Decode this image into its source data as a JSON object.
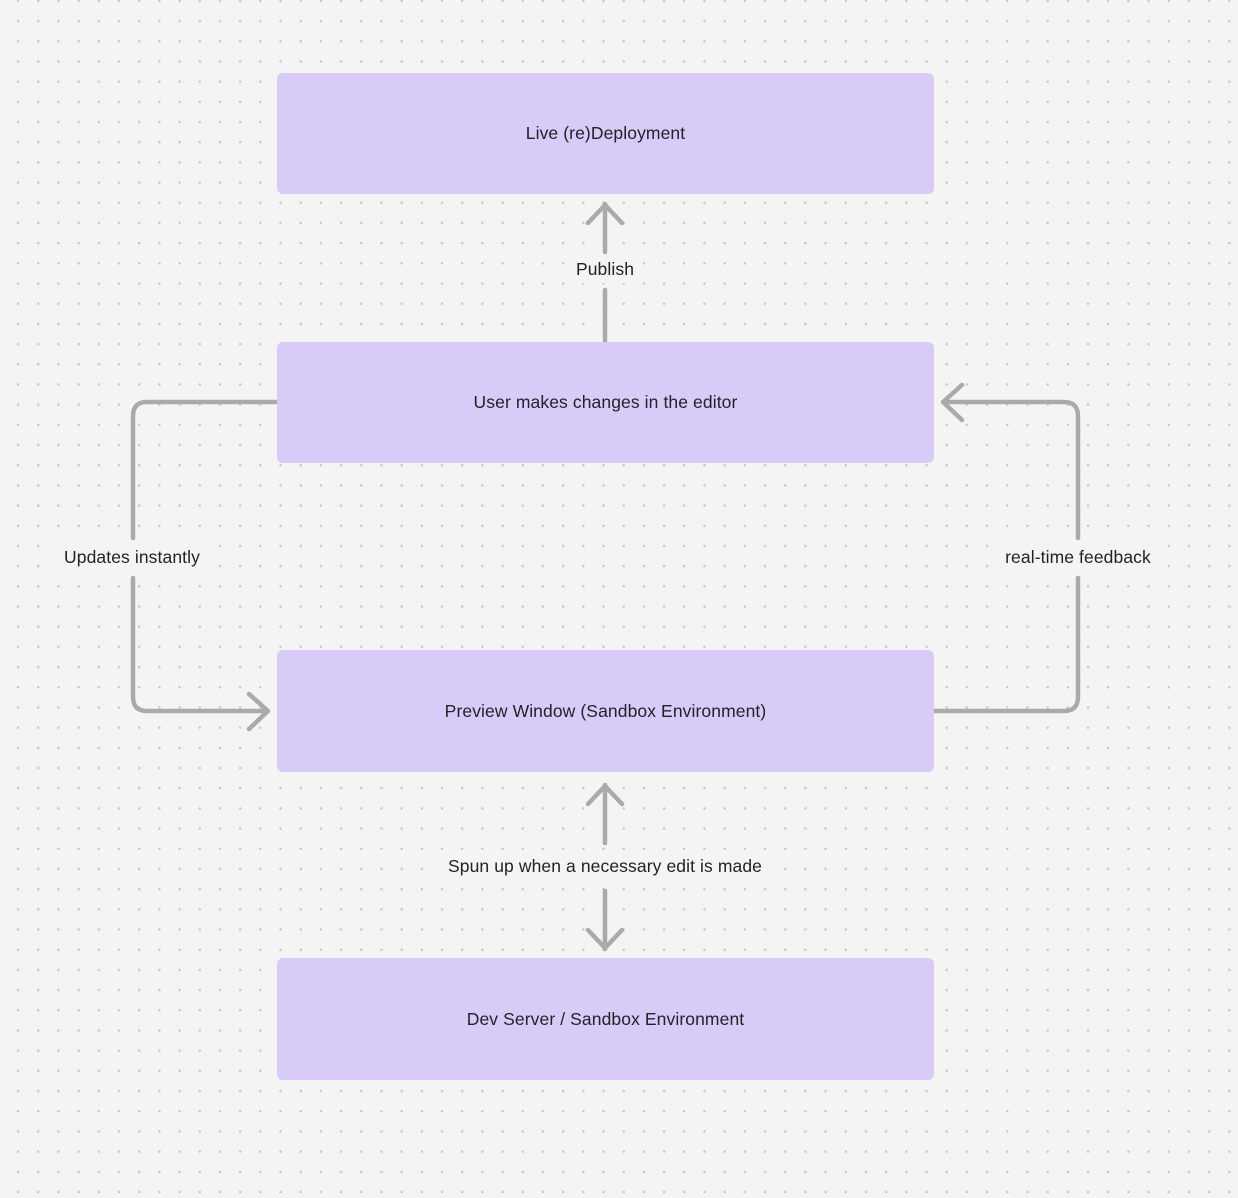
{
  "diagram": {
    "type": "flowchart",
    "background_color": "#f4f4f4",
    "node_color": "#d9cbf8",
    "edge_color": "#aaaaaa",
    "text_color": "#232129",
    "nodes": [
      {
        "id": "live-deployment",
        "label": "Live (re)Deployment"
      },
      {
        "id": "user-edits",
        "label": "User makes changes in the editor"
      },
      {
        "id": "preview-window",
        "label": "Preview Window (Sandbox Environment)"
      },
      {
        "id": "dev-server",
        "label": "Dev Server / Sandbox Environment"
      }
    ],
    "edges": [
      {
        "id": "publish",
        "from": "user-edits",
        "to": "live-deployment",
        "label": "Publish",
        "direction": "up"
      },
      {
        "id": "updates-instantly",
        "from": "user-edits",
        "to": "preview-window",
        "label": "Updates instantly",
        "direction": "down-left-loop"
      },
      {
        "id": "real-time-feedback",
        "from": "preview-window",
        "to": "user-edits",
        "label": "real-time feedback",
        "direction": "up-right-loop"
      },
      {
        "id": "spun-up",
        "from": "preview-window",
        "to": "dev-server",
        "label": "Spun up when a necessary edit is made",
        "direction": "bidirectional"
      }
    ]
  }
}
